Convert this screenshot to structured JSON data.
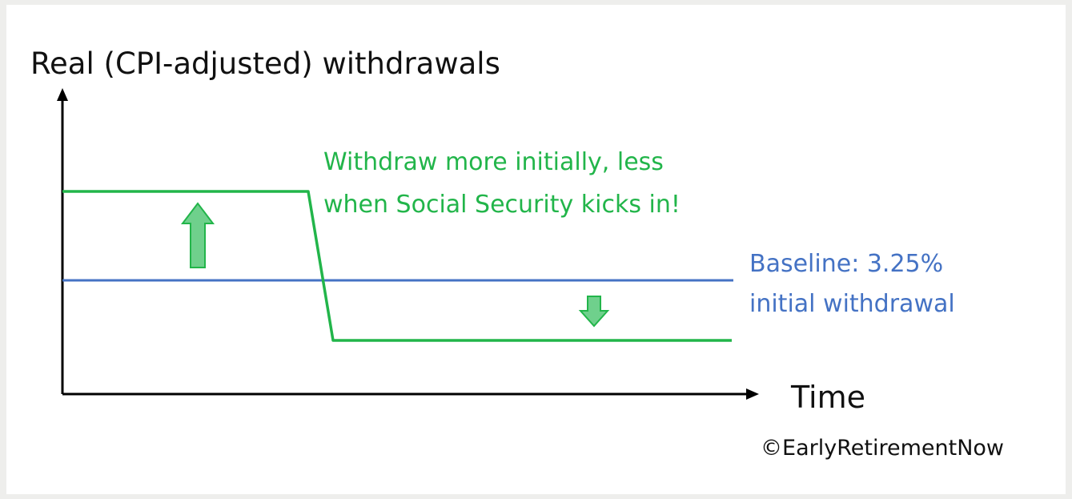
{
  "title": "Real (CPI-adjusted) withdrawals",
  "x_axis_label": "Time",
  "copyright": "©EarlyRetirementNow",
  "green_annotation": {
    "line1": "Withdraw more initially, less",
    "line2": "when Social Security kicks in!"
  },
  "baseline_annotation": {
    "line1": "Baseline: 3.25%",
    "line2": "initial withdrawal"
  },
  "colors": {
    "green": "#22b54a",
    "green_arrow_fill": "#6fd08c",
    "blue": "#4472c4",
    "axis": "#000000",
    "background": "#ffffff",
    "border": "#eeeeec"
  },
  "icons": [
    "up-arrow-icon",
    "down-arrow-icon"
  ]
}
